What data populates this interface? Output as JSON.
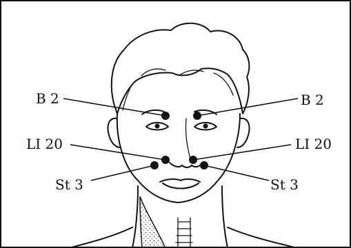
{
  "figure": {
    "points": [
      {
        "id": "b2-left",
        "label": "B 2"
      },
      {
        "id": "b2-right",
        "label": "B 2"
      },
      {
        "id": "li20-left",
        "label": "LI 20"
      },
      {
        "id": "li20-right",
        "label": "LI 20"
      },
      {
        "id": "st3-left",
        "label": "St 3"
      },
      {
        "id": "st3-right",
        "label": "St 3"
      }
    ],
    "colors": {
      "ink": "#111111",
      "background": "#ffffff"
    }
  }
}
